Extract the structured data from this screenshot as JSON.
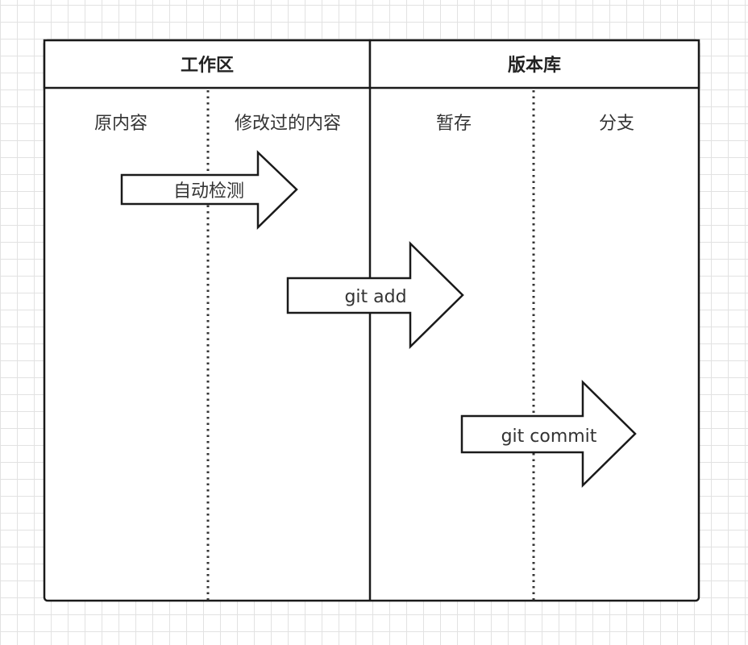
{
  "sections": {
    "workspace": {
      "title": "工作区",
      "columns": [
        "原内容",
        "修改过的内容"
      ]
    },
    "repository": {
      "title": "版本库",
      "columns": [
        "暂存",
        "分支"
      ]
    }
  },
  "arrows": [
    {
      "label": "自动检测"
    },
    {
      "label": "git add"
    },
    {
      "label": "git commit"
    }
  ]
}
